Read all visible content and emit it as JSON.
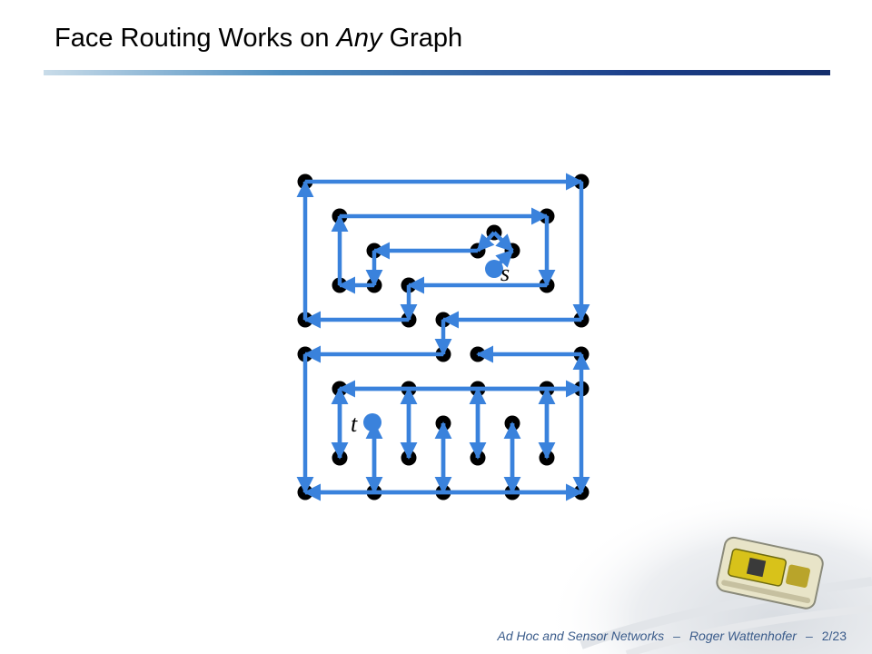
{
  "slide": {
    "title_before": "Face Routing Works on ",
    "title_emphasis": "Any",
    "title_after": " Graph"
  },
  "diagram": {
    "source_label": "s",
    "target_label": "t",
    "colors": {
      "node": "#000000",
      "route": "#3a82dc",
      "endpoint": "#3a82dc"
    }
  },
  "footer": {
    "course": "Ad Hoc and Sensor Networks",
    "sep1": "–",
    "author": "Roger Wattenhofer",
    "sep2": "–",
    "page": "2/23"
  }
}
